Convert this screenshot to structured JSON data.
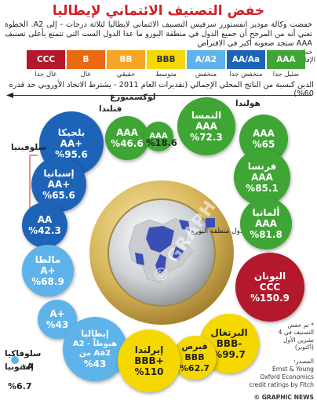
{
  "title": "خفض التصنيف الائتماني لإيطاليا",
  "intro": "خفضت وكالة موديز انفستورز سرفيس التصنيف الائتماني لايطاليا لثلاثة درجات - إلى A2. الخطوة تعني أنه من المرجح أن جميع الدول في منطقة اليورو ما عدا الدول الست التي تتمتع بأعلى تصنيف AAA ستجد صعوبة أكبر في الاقتراض",
  "risk_label": "خطر الإفلاس",
  "ratings": [
    {
      "code": "AAA",
      "label": "ضئيل جدا",
      "color": "#3fa535"
    },
    {
      "code": "AA/Aa",
      "label": "منخفض جدا",
      "color": "#1d63b8"
    },
    {
      "code": "A/A2",
      "label": "منخفض",
      "color": "#5db3ea"
    },
    {
      "code": "BBB",
      "label": "متوسط",
      "color": "#f5d800"
    },
    {
      "code": "BB",
      "label": "حقيقي",
      "color": "#f5a623"
    },
    {
      "code": "B",
      "label": "عال",
      "color": "#ea6a11"
    },
    {
      "code": "CCC",
      "label": "عال جدا",
      "color": "#b3182c"
    }
  ],
  "subhead": "الدين كنسبة من الناتج المحلي الإجمالي (تقديرات العام 2011 - يشترط الاتحاد الأوروبي حد قدره 60%)",
  "map_label": "دول منطقة اليورو",
  "chart_data": {
    "type": "bubble",
    "title": "خفض التصنيف الائتماني لإيطاليا",
    "value_label": "الدين كنسبة من الناتج المحلي الإجمالي (تقديرات العام 2011)",
    "threshold": 60,
    "points": [
      {
        "country": "فنلندا",
        "rating": "AAA",
        "debt_pct": 46.6
      },
      {
        "country": "لوكسمبورغ",
        "rating": "AAA",
        "debt_pct": 18.6
      },
      {
        "country": "النمسا",
        "rating": "AAA",
        "debt_pct": 72.3
      },
      {
        "country": "هولندا",
        "rating": "AAA",
        "debt_pct": 65
      },
      {
        "country": "بلجيكا",
        "rating": "AA+",
        "debt_pct": 95.6
      },
      {
        "country": "إسبانيا",
        "rating": "AA+",
        "debt_pct": 65.6
      },
      {
        "country": "سلوفينيا",
        "rating": "AA",
        "debt_pct": 42.3
      },
      {
        "country": "فرنسا",
        "rating": "AAA",
        "debt_pct": 85.1
      },
      {
        "country": "ألمانيا",
        "rating": "AAA",
        "debt_pct": 81.8
      },
      {
        "country": "مالطا",
        "rating": "A+",
        "debt_pct": 68.9
      },
      {
        "country": "سلوفاكيا",
        "rating": "A+",
        "debt_pct": 43
      },
      {
        "country": "إيطاليا",
        "rating": "A2 - هبوطاً من Aa2",
        "debt_pct": 43
      },
      {
        "country": "إستونيا",
        "rating": "A+",
        "debt_pct": 6.7
      },
      {
        "country": "اليونان",
        "rating": "CCC",
        "debt_pct": 150.9
      },
      {
        "country": "البرتغال",
        "rating": "BBB-",
        "debt_pct": 99.7
      },
      {
        "country": "قبرص",
        "rating": "BBB",
        "debt_pct": 62.7
      },
      {
        "country": "إيرلندا",
        "rating": "BBB+",
        "debt_pct": 110
      }
    ]
  },
  "footnote_italy": "* تم خفض التصنيف في 4 تشرين الأول (أكتوبر)",
  "source_label": "المصدر:",
  "source_line1": "Ernst & Young",
  "source_line2": "Oxford Economics",
  "source_line3": "credit ratings by Fitch",
  "credit": "© GRAPHIC NEWS",
  "watermark": "© GRAPHIC NEWS"
}
